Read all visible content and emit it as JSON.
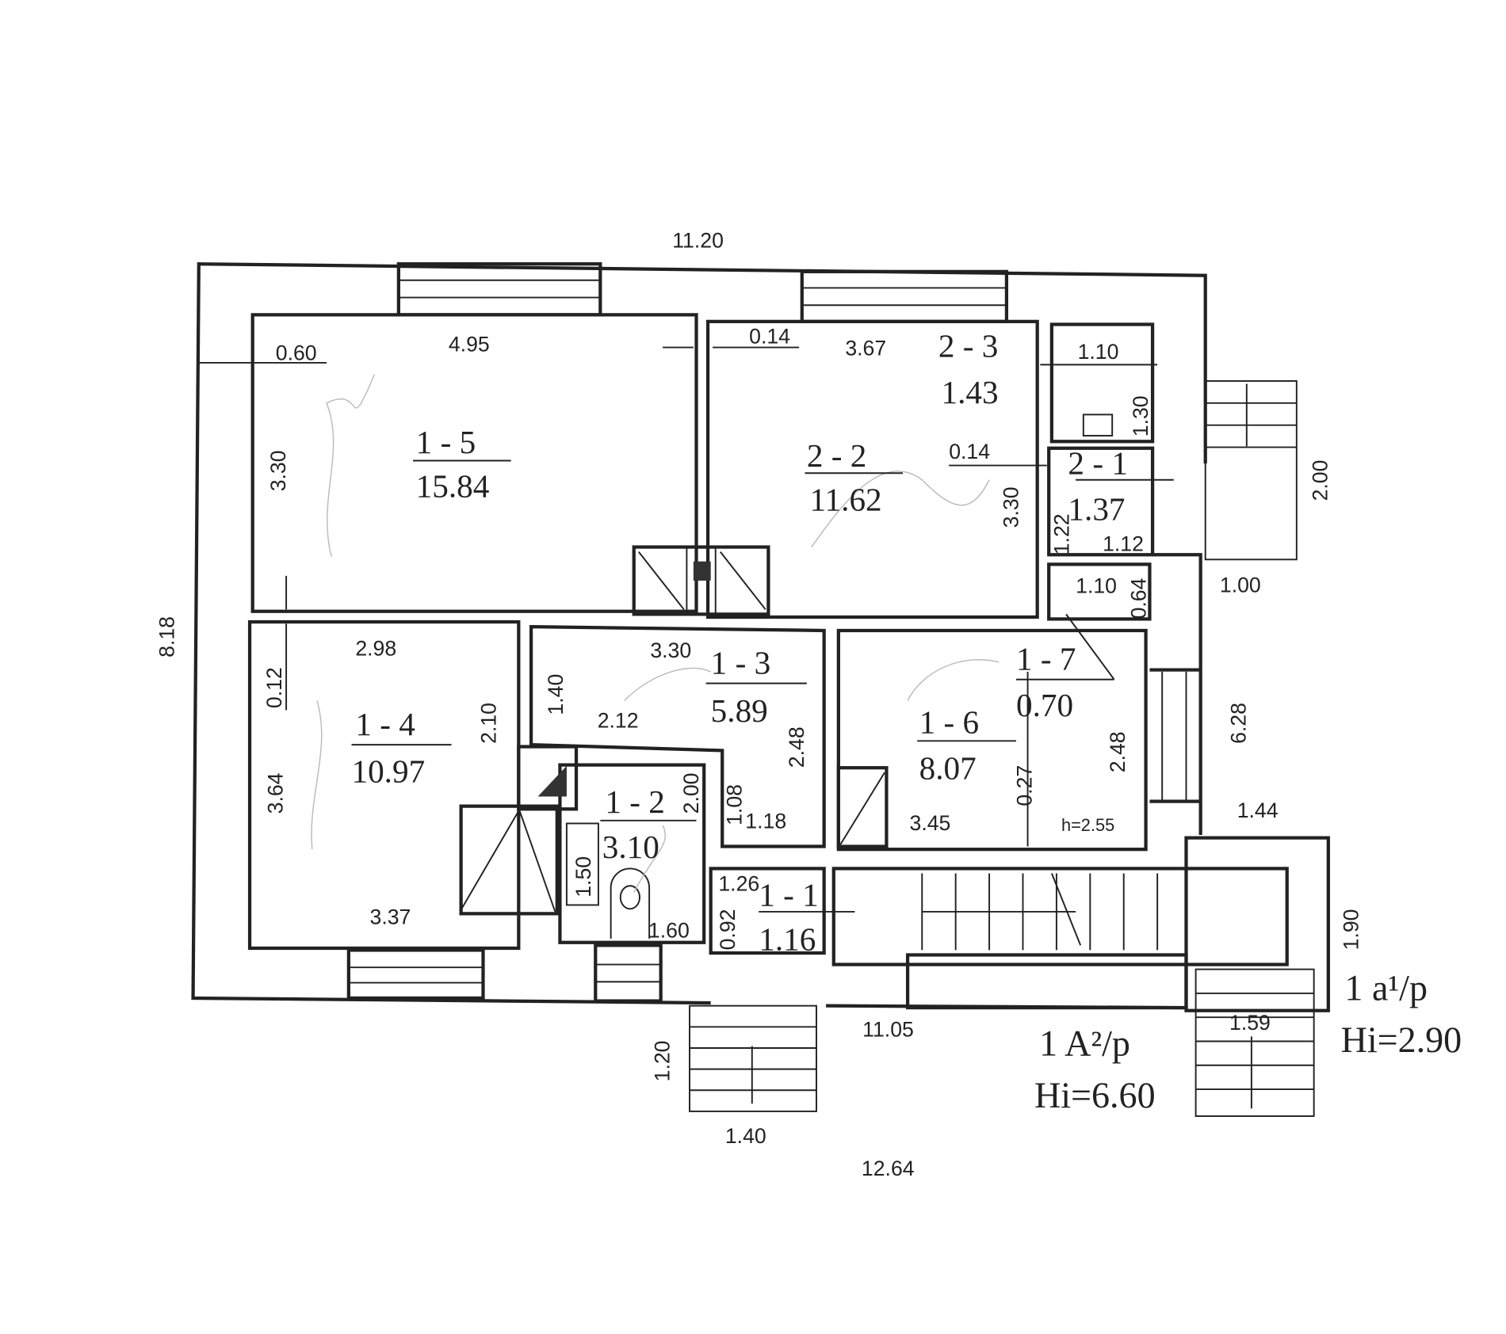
{
  "rooms": [
    {
      "id": "1 - 5",
      "area": "15.84"
    },
    {
      "id": "2 - 2",
      "area": "11.62"
    },
    {
      "id": "2 - 3",
      "area": "1.43"
    },
    {
      "id": "2 - 1",
      "area": "1.37"
    },
    {
      "id": "1 - 4",
      "area": "10.97"
    },
    {
      "id": "1 - 3",
      "area": "5.89"
    },
    {
      "id": "1 - 7",
      "area": "0.70"
    },
    {
      "id": "1 - 6",
      "area": "8.07"
    },
    {
      "id": "1 - 2",
      "area": "3.10"
    },
    {
      "id": "1 - 1",
      "area": "1.16"
    }
  ],
  "dimensions": [
    "11.20",
    "0.60",
    "4.95",
    "3.30",
    "8.18",
    "0.14",
    "3.67",
    "1.10",
    "1.30",
    "0.14",
    "3.30",
    "1.22",
    "1.12",
    "2.00",
    "1.00",
    "1.10",
    "0.64",
    "2.98",
    "0.12",
    "2.10",
    "3.64",
    "3.37",
    "3.30",
    "1.40",
    "2.12",
    "2.48",
    "2.48",
    "0.27",
    "3.45",
    "h=2.55",
    "6.28",
    "1.44",
    "2.00",
    "1.08",
    "1.18",
    "1.50",
    "1.60",
    "1.26",
    "0.92",
    "11.05",
    "1.20",
    "1.40",
    "12.64",
    "1.59",
    "1.90"
  ],
  "blocks": [
    {
      "name": "1 A²/p",
      "height": "Hi=6.60"
    },
    {
      "name": "1 a¹/p",
      "height": "Hi=2.90"
    }
  ]
}
